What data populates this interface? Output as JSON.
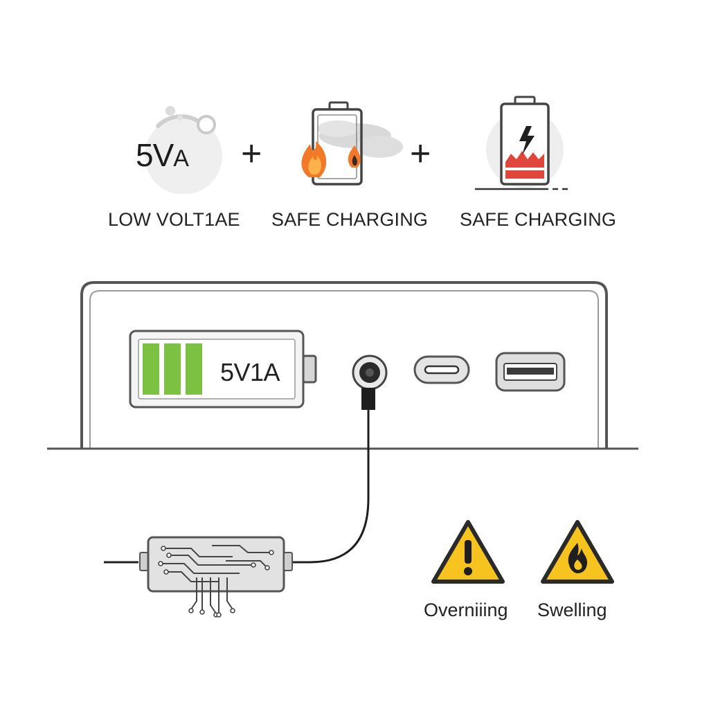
{
  "top_row": {
    "item1": {
      "badge_main": "5V",
      "badge_small": "A",
      "caption": "LOW VOLT1AE",
      "icon": "voltage-gauge-icon"
    },
    "plus1": "+",
    "item2": {
      "caption": "SAFE CHARGING",
      "icon": "battery-fire-icon"
    },
    "plus2": "+",
    "item3": {
      "caption": "SAFE CHARGING",
      "icon": "damaged-battery-icon"
    }
  },
  "power_bank": {
    "battery_label": "5V1A",
    "battery_level_bars": 3,
    "ports": [
      "barrel-jack-port-icon",
      "usb-c-port-icon",
      "usb-a-port-icon"
    ]
  },
  "warnings": [
    {
      "label": "Overniiing",
      "icon": "exclamation-warning-icon"
    },
    {
      "label": "Swelling",
      "icon": "fire-warning-icon"
    }
  ],
  "colors": {
    "battery_green": "#7cc142",
    "flame_orange": "#f07a2a",
    "damage_red": "#e0463c",
    "warning_yellow": "#f7c31e"
  }
}
